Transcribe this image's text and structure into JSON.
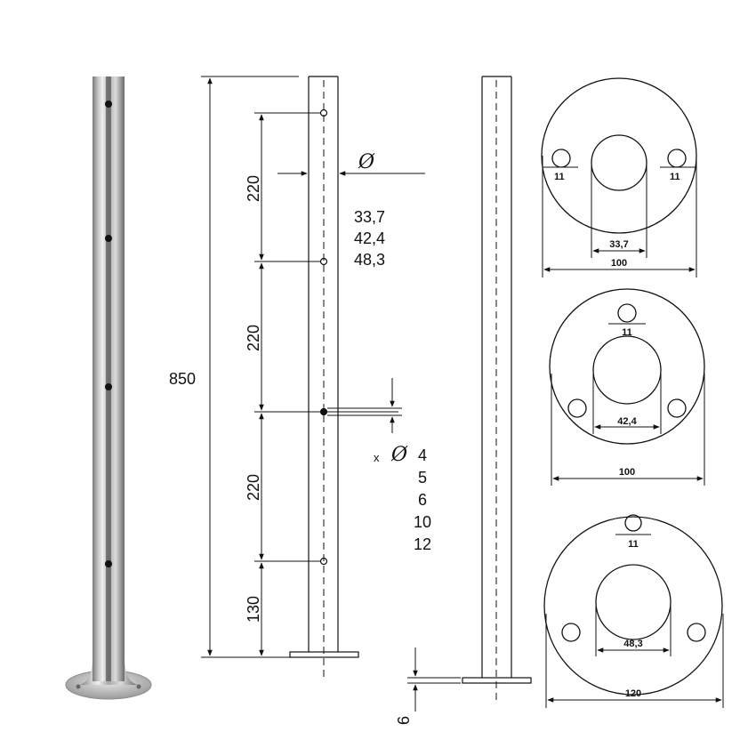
{
  "post_side": {
    "height": "850",
    "spacing_labels": [
      "220",
      "220",
      "220",
      "130"
    ],
    "base_thickness": "6"
  },
  "tube_diameter": {
    "symbol": "Ø",
    "options": [
      "33,7",
      "42,4",
      "48,3"
    ]
  },
  "hole_diameter": {
    "prefix": "x",
    "symbol": "Ø",
    "options": [
      "4",
      "5",
      "6",
      "10",
      "12"
    ]
  },
  "base_plates": [
    {
      "bolt_hole_left": "11",
      "bolt_hole_right": "11",
      "tube_dia": "33,7",
      "plate_dia": "100"
    },
    {
      "bolt_hole": "11",
      "tube_dia": "42,4",
      "plate_dia": "100"
    },
    {
      "bolt_hole": "11",
      "tube_dia": "48,3",
      "plate_dia": "120"
    }
  ]
}
